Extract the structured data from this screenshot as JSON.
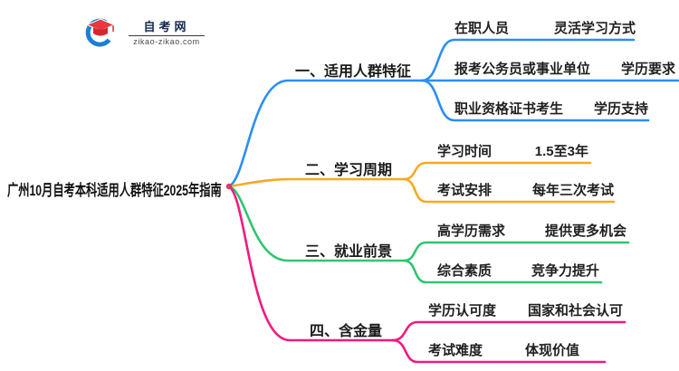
{
  "logo": {
    "title": "自考网",
    "domain": "zikao-zikao.com",
    "icon": "graduation-cap-icon",
    "swoosh_color": "#1c7fd6",
    "cap_color": "#e63a40"
  },
  "root": {
    "label": "广州10月自考本科适用人群特征2025年指南",
    "dot_color": "#e0356f"
  },
  "branches": [
    {
      "label": "一、适用人群特征",
      "color": "#2b8ef3",
      "children": [
        {
          "left": "在职人员",
          "right": "灵活学习方式"
        },
        {
          "left": "报考公务员或事业单位",
          "right": "学历要求"
        },
        {
          "left": "职业资格证书考生",
          "right": "学历支持"
        }
      ]
    },
    {
      "label": "二、学习周期",
      "color": "#f7a823",
      "children": [
        {
          "left": "学习时间",
          "right": "1.5至3年"
        },
        {
          "left": "考试安排",
          "right": "每年三次考试"
        }
      ]
    },
    {
      "label": "三、就业前景",
      "color": "#2ec66f",
      "children": [
        {
          "left": "高学历需求",
          "right": "提供更多机会"
        },
        {
          "left": "综合素质",
          "right": "竞争力提升"
        }
      ]
    },
    {
      "label": "四、含金量",
      "color": "#f2197f",
      "children": [
        {
          "left": "学历认可度",
          "right": "国家和社会认可"
        },
        {
          "left": "考试难度",
          "right": "体现价值"
        }
      ]
    }
  ]
}
